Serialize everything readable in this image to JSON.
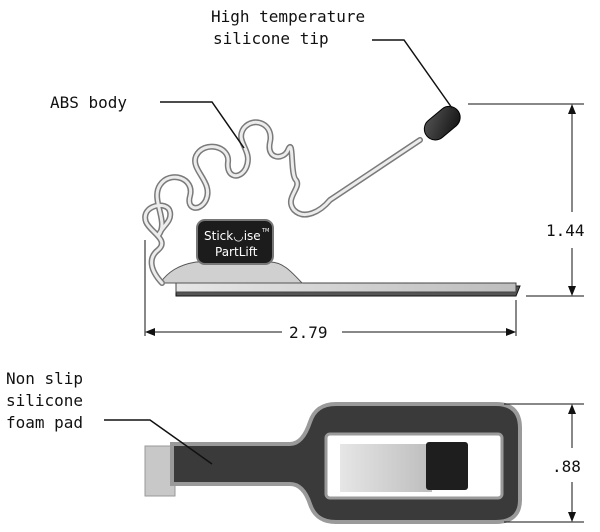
{
  "labels": {
    "tip": [
      "High temperature",
      "silicone tip"
    ],
    "body": "ABS body",
    "pad": [
      "Non slip",
      "silicone",
      "foam pad"
    ]
  },
  "dimensions": {
    "width": "2.79",
    "height": "1.44",
    "bottom_height": ".88"
  },
  "logo": {
    "brand": "Stick",
    "brand_tail": "ise",
    "tm": "TM",
    "product": "PartLift"
  },
  "colors": {
    "line": "#111111",
    "body_fill": "#d9d9d9",
    "body_dark": "#2a2a2a",
    "tip": "#1a1a1a"
  }
}
